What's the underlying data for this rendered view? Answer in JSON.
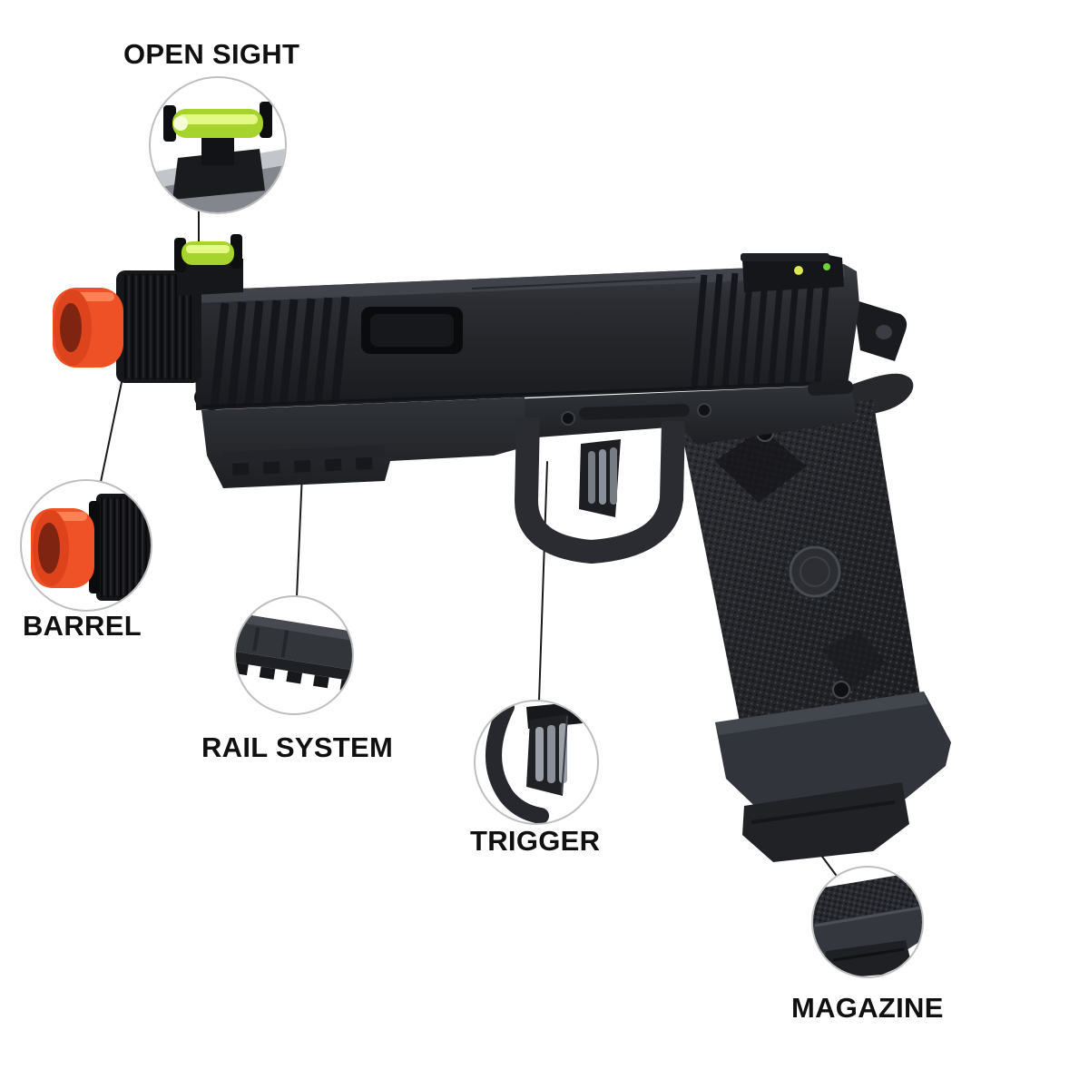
{
  "page": {
    "background_color": "#ffffff",
    "description": "Airsoft gas blowback pistol parts callout diagram"
  },
  "style": {
    "label_color": "#101010",
    "leader_line_color": "#1a1a1a",
    "inset_border_color": "#bfbfbf",
    "inset_fill_color": "#ffffff",
    "gun_dark": "#1b1c1f",
    "gun_mid": "#2b2d31",
    "gun_highlight": "#45484e",
    "muzzle_orange": "#ee5125",
    "muzzle_bore": "#7e2410",
    "fiber_optic_green": "#a6d42d",
    "rear_dot_yellow": "#dbe94f",
    "rear_dot_green": "#6fd23a"
  },
  "callouts": [
    {
      "id": "open-sight",
      "label": "OPEN SIGHT",
      "inset_icon": "fiber-optic-front-sight-icon"
    },
    {
      "id": "barrel",
      "label": "BARREL",
      "inset_icon": "orange-tip-barrel-icon"
    },
    {
      "id": "rail-system",
      "label": "RAIL SYSTEM",
      "inset_icon": "accessory-rail-icon"
    },
    {
      "id": "trigger",
      "label": "TRIGGER",
      "inset_icon": "skeletonized-trigger-icon"
    },
    {
      "id": "magazine",
      "label": "MAGAZINE",
      "inset_icon": "magazine-baseplate-icon"
    }
  ]
}
